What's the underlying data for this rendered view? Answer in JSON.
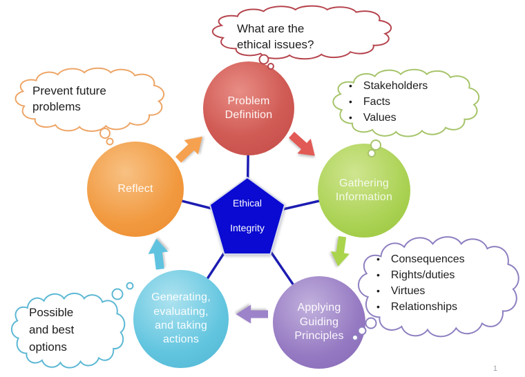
{
  "ui": {
    "bullet": "•"
  },
  "page": {
    "number": "1"
  },
  "pentagon": {
    "line1": "Ethical",
    "line2": "Integrity",
    "fill": "#0a0ad2",
    "line_color": "#1c1cb2"
  },
  "circles": {
    "problem": {
      "label": "Problem\nDefinition",
      "color": "#cf5450"
    },
    "gathering": {
      "label": "Gathering\nInformation",
      "color": "#a9d153"
    },
    "applying": {
      "label": "Applying\nGuiding\nPrinciples",
      "color": "#9478c1"
    },
    "generating": {
      "label": "Generating,\nevaluating,\nand taking\nactions",
      "color": "#5cc2de"
    },
    "reflect": {
      "label": "Reflect",
      "color": "#f0953e"
    }
  },
  "clouds": {
    "top": {
      "text": "What  are the\nethical issues?",
      "outline": "#b5444d"
    },
    "left": {
      "text": "Prevent future\nproblems",
      "outline": "#eda566"
    },
    "right": {
      "items": [
        "Stakeholders",
        "Facts",
        "Values"
      ],
      "outline": "#a6c46a"
    },
    "bottom_right": {
      "items": [
        "Consequences",
        "Rights/duties",
        "Virtues",
        "Relationships"
      ],
      "outline": "#8e7fc0"
    },
    "bottom_left": {
      "text": "Possible\nand best\noptions",
      "outline": "#5cb8d4"
    }
  },
  "arrows": {
    "reflect_to_problem": {
      "color": "#f6a14f"
    },
    "problem_to_gathering": {
      "color": "#e25a55"
    },
    "gathering_to_applying": {
      "color": "#a9d44c"
    },
    "applying_to_generating": {
      "color": "#9d83c9"
    },
    "generating_to_reflect": {
      "color": "#5fc3e0"
    }
  }
}
